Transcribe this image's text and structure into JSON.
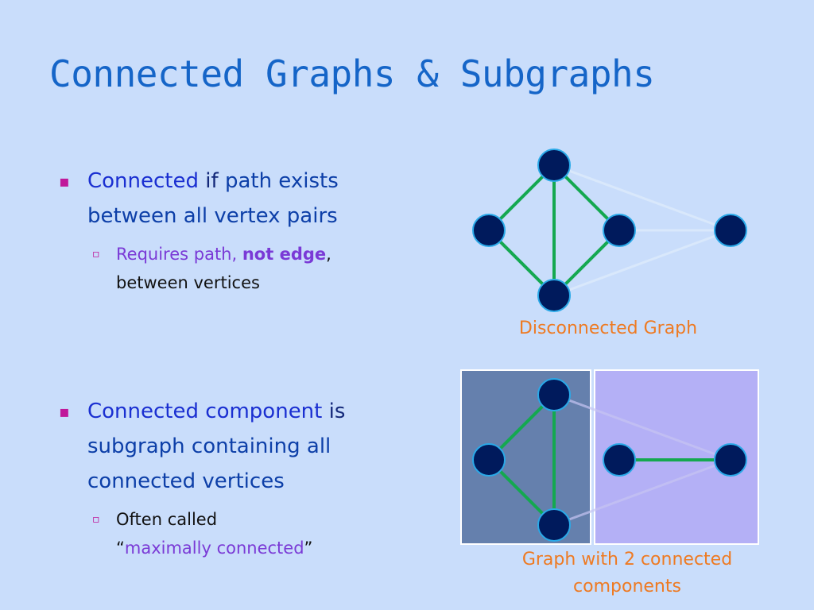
{
  "title": "Connected Graphs & Subgraphs",
  "bullet1": {
    "term": "Connected",
    "connector": "if",
    "rest": "path exists between all vertex pairs",
    "sub": {
      "part1": "Requires path,",
      "emphasis": "not edge",
      "comma": ",",
      "part2": "between vertices"
    }
  },
  "bullet2": {
    "term": "Connected component",
    "connector": "is",
    "rest": "subgraph containing all connected vertices",
    "sub": {
      "part1": "Often called",
      "quote_open": "“",
      "emphasis": "maximally connected",
      "quote_close": "”"
    }
  },
  "figure1": {
    "caption": "Disconnected Graph"
  },
  "figure2": {
    "caption": "Graph with 2 connected components"
  },
  "colors": {
    "background": "#c9ddfb",
    "title": "#1565c8",
    "node_fill": "#001a5c",
    "node_stroke": "#2aa9e8",
    "edge": "#14a850",
    "caption": "#ee7a22",
    "component1_fill": "#6580ad",
    "component2_fill": "#b4b0f6"
  }
}
